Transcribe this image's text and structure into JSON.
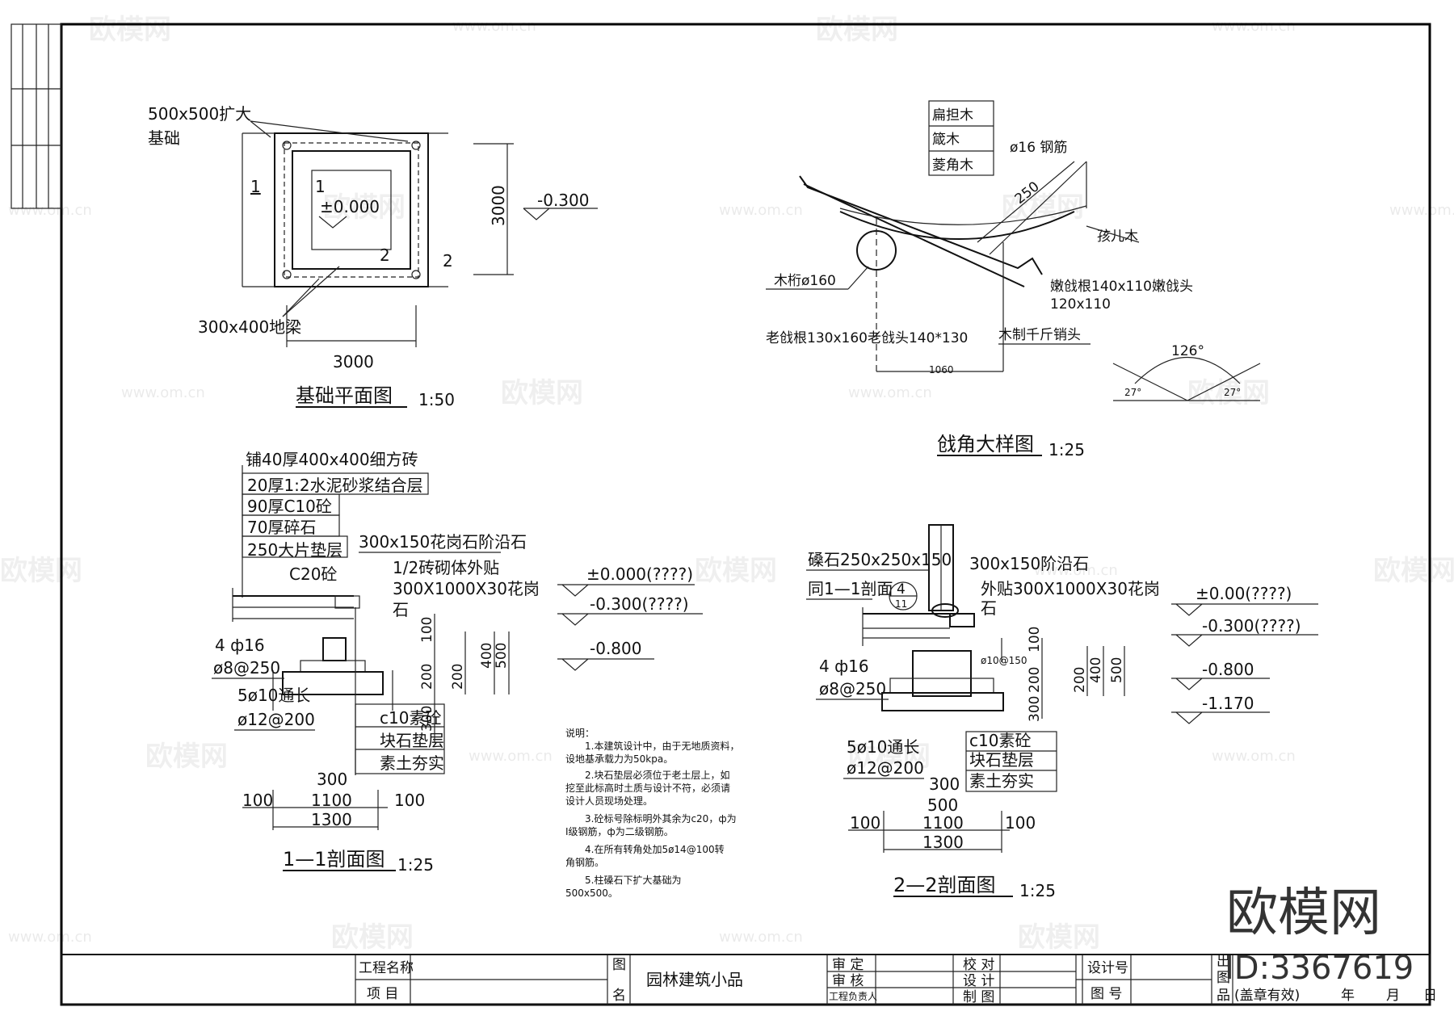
{
  "watermark": {
    "brand": "欧模网",
    "url": "www.om.cn"
  },
  "brand_overlay": {
    "name": "欧模网",
    "id": "ID:3367619"
  },
  "foundation_plan": {
    "title": "基础平面图",
    "scale": "1:50",
    "expanded_footing_label_1": "500x500扩大",
    "expanded_footing_label_2": "基础",
    "ground_beam_label": "300x400地梁",
    "elev_0": "±0.000",
    "elev_neg03": "-0.300",
    "dim_width": "3000",
    "dim_height": "3000",
    "sec1": "1",
    "sec2": "2"
  },
  "eave_detail": {
    "title": "戗角大样图",
    "scale": "1:25",
    "label_biandanmu": "扁担木",
    "label_zhenmu": "箴木",
    "label_lingjiaomu": "菱角木",
    "label_rebar": "ø16 钢筋",
    "label_haiermu": "孩儿木",
    "label_purlin": "木桁ø160",
    "label_nengqiang": "嫩戗根140x110嫩戗头",
    "label_nengqiang_2": "120x110",
    "label_laoqiang": "老戗根130x160老戗头140*130",
    "label_pin": "木制千斤销头",
    "dim_1060": "1060",
    "dim_250": "250",
    "angle_126": "126°",
    "angle_27a": "27°",
    "angle_27b": "27°"
  },
  "section_11": {
    "title": "1—1剖面图",
    "scale": "1:25",
    "layers": [
      "铺40厚400x400细方砖",
      "20厚1:2水泥砂浆结合层",
      "90厚C10砼",
      "70厚碎石",
      "250大片垫层"
    ],
    "c20": "C20砼",
    "step_stone": "300x150花岗石阶沿石",
    "brick_note": "1/2砖砌体外贴",
    "granite_1": "300X1000X30花岗",
    "granite_2": "石",
    "elev_0": "±0.000(????)",
    "elev_neg03": "-0.300(????)",
    "elev_neg08": "-0.800",
    "rebar_1": "4 ф16",
    "rebar_2": "ø8@250",
    "rebar_3": "5ø10通长",
    "rebar_4": "ø12@200",
    "base_1": "c10素砼",
    "base_2": "块石垫层",
    "base_3": "素土夯实",
    "dims": [
      "100",
      "200",
      "400",
      "500",
      "200",
      "300"
    ],
    "bottom_300": "300",
    "bottom_100a": "100",
    "bottom_1100": "1100",
    "bottom_100b": "100",
    "bottom_1300": "1300"
  },
  "notes": {
    "heading": "说明：",
    "lines": [
      "1.本建筑设计中，由于无地质资料，",
      "设地基承载力为50kpa。",
      "2.块石垫层必须位于老土层上，如",
      "挖至此标高时土质与设计不符，必须请",
      "设计人员现场处理。",
      "3.砼标号除标明外其余为c20，ф为",
      "I级钢筋，ф为二级钢筋。",
      "4.在所有转角处加5ø14@100转",
      "角钢筋。",
      "5.柱磉石下扩大基础为",
      "500x500。"
    ]
  },
  "section_22": {
    "title": "2—2剖面图",
    "scale": "1:25",
    "sangshi": "磉石250x250x150",
    "same_as": "同1—1剖面",
    "detail_no": "4",
    "detail_sheet": "11",
    "step_stone": "300x150阶沿石",
    "granite_1": "外贴300X1000X30花岗",
    "granite_2": "石",
    "stirrup": "ø10@150",
    "elev_0": "±0.00(????)",
    "elev_neg03": "-0.300(????)",
    "elev_neg08": "-0.800",
    "elev_neg117": "-1.170",
    "rebar_1": "4 ф16",
    "rebar_2": "ø8@250",
    "rebar_3": "5ø10通长",
    "rebar_4": "ø12@200",
    "base_1": "c10素砼",
    "base_2": "块石垫层",
    "base_3": "素土夯实",
    "dims": [
      "100",
      "200",
      "400",
      "500",
      "200",
      "300"
    ],
    "bottom_300": "300",
    "bottom_500": "500",
    "bottom_100a": "100",
    "bottom_1100": "1100",
    "bottom_100b": "100",
    "bottom_1300": "1300"
  },
  "title_block": {
    "project_name_label": "工程名称",
    "item_label": "项  目",
    "drawing_label_1": "图",
    "drawing_label_2": "名",
    "drawing_name": "园林建筑小品",
    "approve": "审  定",
    "review": "审  核",
    "lead": "工程负责人",
    "check": "校  对",
    "design": "设  计",
    "draw": "制  图",
    "design_no": "设计号",
    "drawing_no": "图  号",
    "date_label_1": "出",
    "date_label_2": "图",
    "date_label_3": "品",
    "seal": "(盖章有效)",
    "year": "年",
    "month": "月",
    "day": "日"
  }
}
